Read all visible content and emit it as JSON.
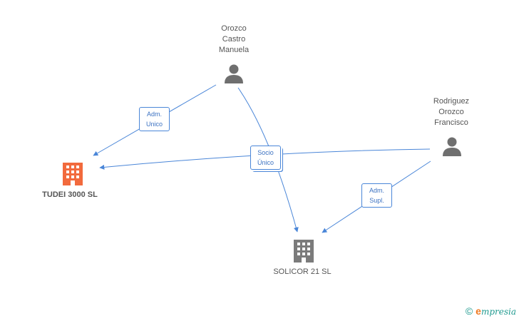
{
  "persons": [
    {
      "id": "orozco",
      "name_lines": [
        "Orozco",
        "Castro",
        "Manuela"
      ],
      "icon": "person-icon"
    },
    {
      "id": "rodriguez",
      "name_lines": [
        "Rodriguez",
        "Orozco",
        "Francisco"
      ],
      "icon": "person-icon"
    }
  ],
  "companies": [
    {
      "id": "tudei",
      "name": "TUDEI 3000 SL",
      "icon": "building-icon",
      "color": "#f26a3d"
    },
    {
      "id": "solicor",
      "name": "SOLICOR 21 SL",
      "icon": "building-icon",
      "color": "#7b7b7b"
    }
  ],
  "relations": [
    {
      "from": "orozco",
      "to": "tudei",
      "label_lines": [
        "Adm.",
        "Unico"
      ]
    },
    {
      "from": "orozco",
      "to": "solicor",
      "label_lines": [
        "Socio",
        "Único"
      ]
    },
    {
      "from": "rodriguez",
      "to": "tudei",
      "label_lines": [
        "Socio",
        "Único"
      ]
    },
    {
      "from": "rodriguez",
      "to": "solicor",
      "label_lines": [
        "Adm.",
        "Supl."
      ]
    }
  ],
  "colors": {
    "edge": "#4a86d8",
    "person": "#6f6f6f",
    "label_text": "#3c72c2"
  },
  "footer": {
    "copyright": "©",
    "brand_initial": "e",
    "brand_rest": "mpresia"
  }
}
